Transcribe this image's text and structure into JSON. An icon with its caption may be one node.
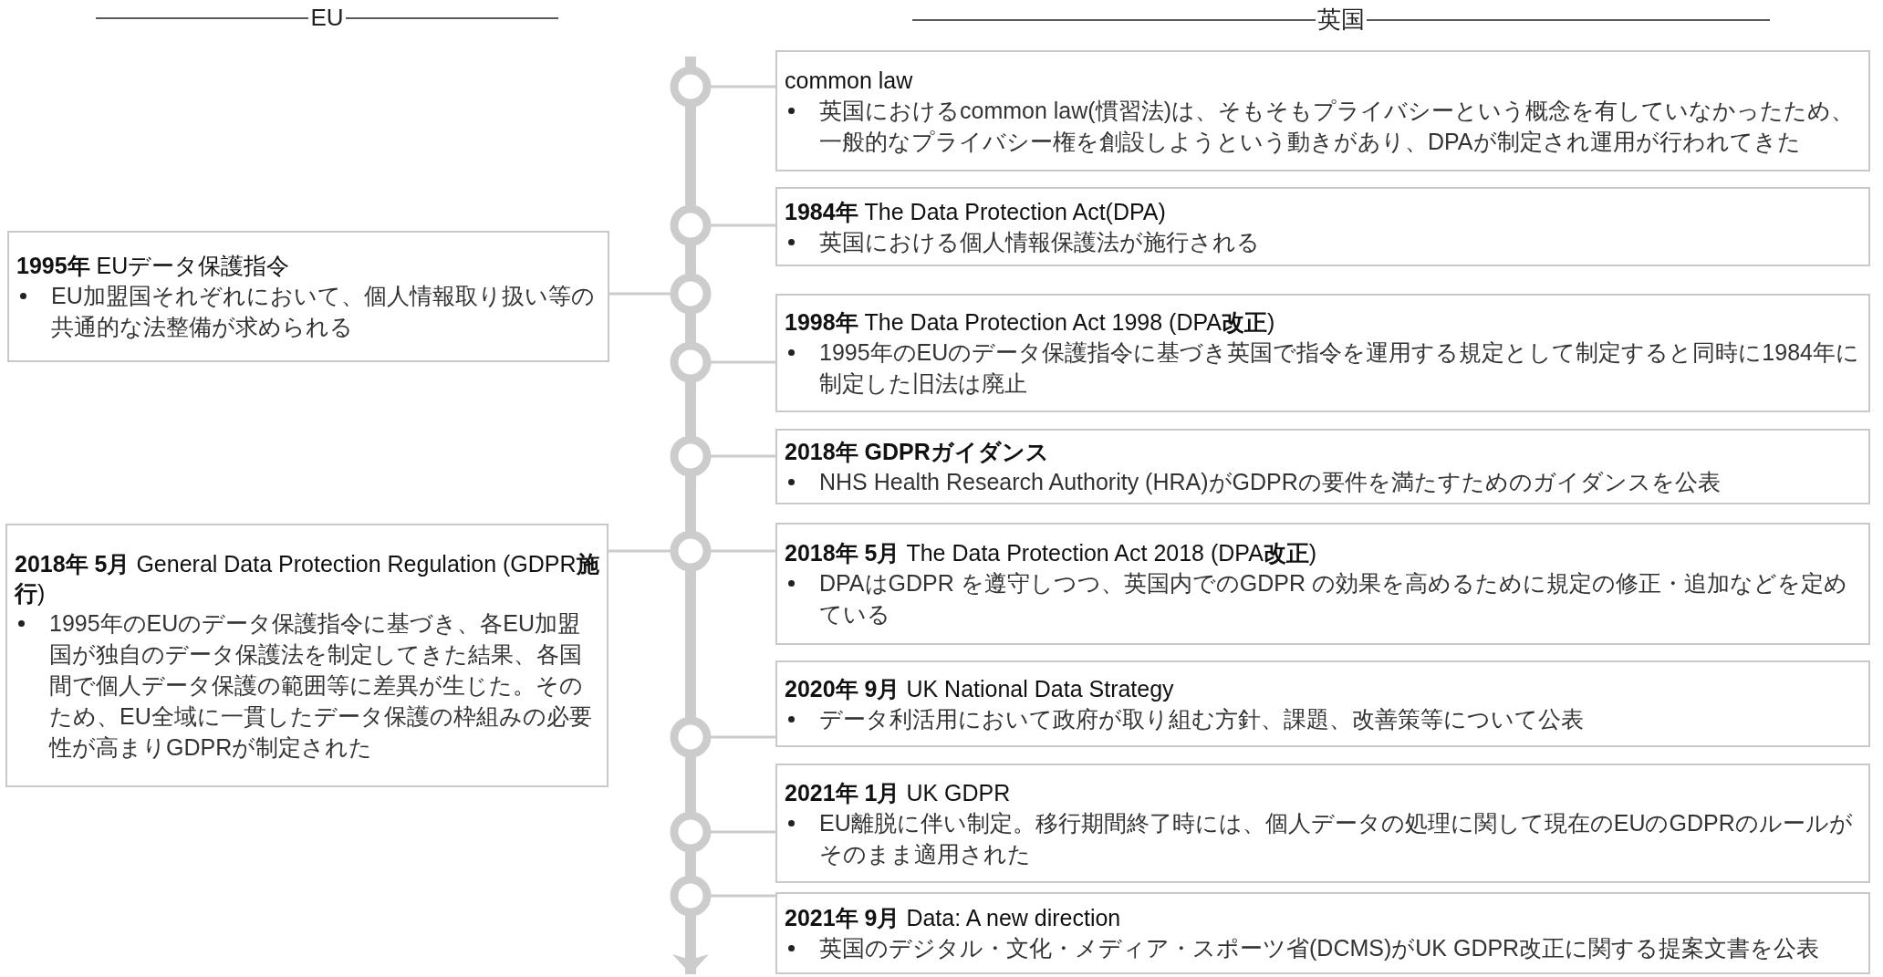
{
  "diagram": {
    "nodes": [
      {
        "text": [
          "**1995年** EUデータ保護指令",
          "EU加盟国それぞれにおいて、個人情報取り扱い等の共通的な法整備が求められる"
        ]
      },
      {
        "text": [
          "**2018年 5月** General Data Protection Regulation (GDPR**施行**)",
          "1995年のEUのデータ保護指令に基づき、各EU加盟国が独自のデータ保護法を制定してきた結果、各国間で個人データ保護の範囲等に差異が生じた。そのため、EU全域に一貫したデータ保護の枠組みの必要性が高まりGDPRが制定された"
        ]
      },
      {
        "text": [
          "common law",
          "英国におけるcommon law(慣習法)は、そもそもプライバシーという概念を有していなかったため、一般的なプライバシー権を創設しようという動きがあり、DPAが制定され運用が行われてきた"
        ]
      },
      {
        "text": [
          "**1984年** The Data Protection Act(DPA)",
          "英国における個人情報保護法が施行される"
        ]
      },
      {
        "text": [
          "**1998年** The Data Protection Act 1998 (DPA**改正**)",
          "1995年のEUのデータ保護指令に基づき英国で指令を運用する規定として制定すると同時に1984年に制定した旧法は廃止"
        ]
      },
      {
        "text": [
          "**2018年** **GDPRガイダンス**",
          "NHS Health Research Authority (HRA)がGDPRの要件を満たすためのガイダンスを公表"
        ]
      },
      {
        "text": [
          "**2018年 5月** The Data Protection Act 2018 (DPA**改正**)",
          "DPAはGDPR を遵守しつつ、英国内でのGDPR の効果を高めるために規定の修正・追加などを定めている"
        ]
      },
      {
        "text": [
          "**2020年 9月** UK National Data Strategy",
          "データ利活用において政府が取り組む方針、課題、改善策等について公表"
        ]
      },
      {
        "text": [
          "**2021年 1月** UK GDPR",
          "EU離脱に伴い制定。移行期間終了時には、個人データの処理に関して現在のEUのGDPRのルールがそのまま適用された"
        ]
      },
      {
        "text": [
          "**2021年 9月** Data: A new direction",
          "英国のデジタル・文化・メディア・スポーツ省(DCMS)がUK GDPR改正に関する提案文書を公表"
        ]
      },
      {
        "text": [],
        "shape": "circle"
      },
      {
        "text": [],
        "shape": "circle"
      },
      {
        "text": [],
        "shape": "circle"
      },
      {
        "text": [],
        "shape": "circle"
      },
      {
        "text": [],
        "shape": "circle"
      },
      {
        "text": [],
        "shape": "circle"
      },
      {
        "text": [],
        "shape": "circle"
      },
      {
        "text": [],
        "shape": "circle"
      },
      {
        "text": [],
        "shape": "circle"
      }
    ],
    "edges": [
      {
        "from": 2,
        "to": 10,
        "arrow": "none"
      },
      {
        "from": 3,
        "to": 11,
        "arrow": "none"
      },
      {
        "from": 0,
        "to": 12,
        "arrow": "none"
      },
      {
        "from": 4,
        "to": 13,
        "arrow": "none"
      },
      {
        "from": 5,
        "to": 14,
        "arrow": "none"
      },
      {
        "from": 6,
        "to": 15,
        "arrow": "none"
      },
      {
        "from": 1,
        "to": 15,
        "arrow": "none"
      },
      {
        "from": 7,
        "to": 16,
        "arrow": "none"
      },
      {
        "from": 8,
        "to": 17,
        "arrow": "none"
      },
      {
        "from": 9,
        "to": 18,
        "arrow": "none"
      },
      {
        "from": 10,
        "to": 11,
        "arrow": "none",
        "style": "thick"
      },
      {
        "from": 11,
        "to": 12,
        "arrow": "none",
        "style": "thick"
      },
      {
        "from": 12,
        "to": 13,
        "arrow": "none",
        "style": "thick"
      },
      {
        "from": 13,
        "to": 14,
        "arrow": "none",
        "style": "thick"
      },
      {
        "from": 14,
        "to": 15,
        "arrow": "none",
        "style": "thick"
      },
      {
        "from": 15,
        "to": 16,
        "arrow": "none",
        "style": "thick"
      },
      {
        "from": 16,
        "to": 17,
        "arrow": "none",
        "style": "thick"
      },
      {
        "from": 17,
        "to": 18,
        "arrow": "none",
        "style": "thick"
      },
      {
        "from": 18,
        "to": null,
        "arrow": "to",
        "style": "thick"
      }
    ],
    "labels": [
      "EU",
      "英国"
    ]
  }
}
